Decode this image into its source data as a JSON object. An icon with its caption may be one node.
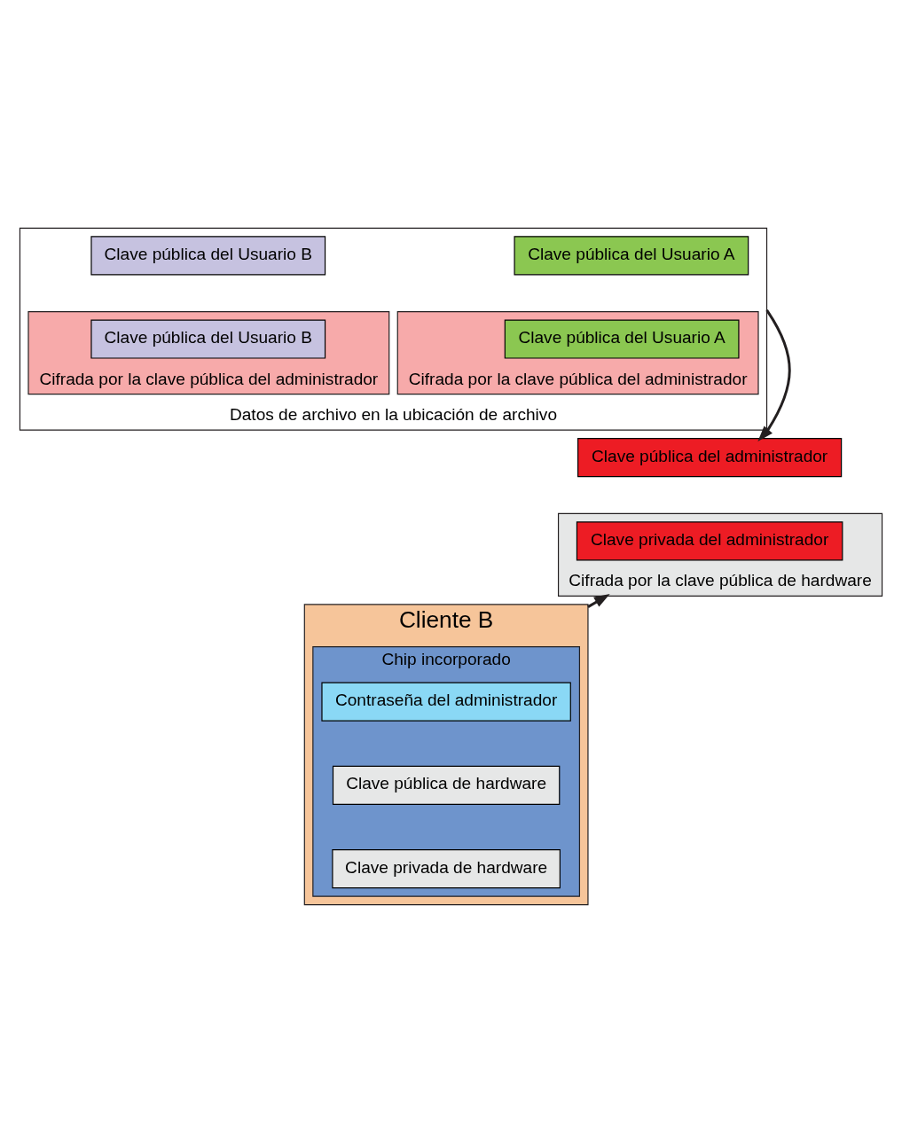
{
  "diagram": {
    "nodes": [
      {
        "text": [
          "Datos de archivo en la ubicación de archivo"
        ]
      },
      {
        "text": [
          "Clave pública del Usuario A"
        ],
        "in": 0
      },
      {
        "text": [
          "Clave pública del Usuario B"
        ],
        "in": 0
      },
      {
        "text": [
          "Cifrada por la clave pública del administrador"
        ],
        "in": 0
      },
      {
        "text": [
          "Clave pública del Usuario A"
        ],
        "in": 3
      },
      {
        "text": [
          "Cifrada por la clave pública del administrador"
        ],
        "in": 0
      },
      {
        "text": [
          "Clave pública del Usuario B"
        ],
        "in": 5
      },
      {
        "text": [
          "Clave pública del administrador"
        ]
      },
      {
        "text": [
          "Cifrada por la clave pública de hardware"
        ]
      },
      {
        "text": [
          "Clave privada del administrador"
        ],
        "in": 8
      },
      {
        "text": [
          "Cliente B"
        ]
      },
      {
        "text": [
          "Chip incorporado"
        ],
        "in": 10
      },
      {
        "text": [
          "Contraseña del administrador"
        ],
        "in": 11
      },
      {
        "text": [
          "Clave pública de hardware"
        ],
        "in": 11
      },
      {
        "text": [
          "Clave privada de hardware"
        ],
        "in": 11
      }
    ],
    "edges": [
      {
        "from": 0,
        "to": 7,
        "arrow": "to"
      },
      {
        "from": 10,
        "to": 8,
        "arrow": "to"
      }
    ]
  }
}
